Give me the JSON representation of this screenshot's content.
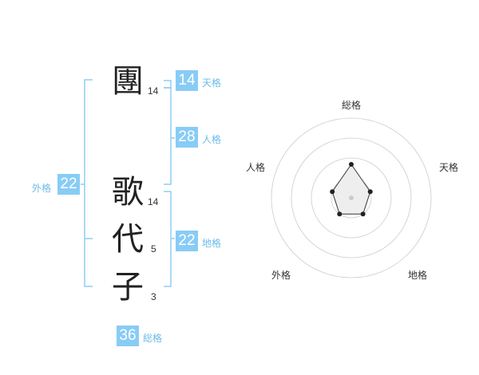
{
  "name": {
    "surname": [
      {
        "char": "團",
        "strokes": "14"
      }
    ],
    "given": [
      {
        "char": "歌",
        "strokes": "14"
      },
      {
        "char": "代",
        "strokes": "5"
      },
      {
        "char": "子",
        "strokes": "3"
      }
    ]
  },
  "kakusu": {
    "tenkaku": {
      "value": "14",
      "label": "天格"
    },
    "jinkaku": {
      "value": "28",
      "label": "人格"
    },
    "chikaku": {
      "value": "22",
      "label": "地格"
    },
    "gaikaku": {
      "value": "22",
      "label": "外格"
    },
    "soukaku": {
      "value": "36",
      "label": "総格"
    }
  },
  "radar": {
    "axes": [
      "総格",
      "天格",
      "地格",
      "外格",
      "人格"
    ],
    "rings": 4,
    "values": [
      0.42,
      0.25,
      0.25,
      0.25,
      0.25
    ],
    "colors": {
      "ring": "#cccccc",
      "fill": "#eeeeee",
      "stroke": "#333333",
      "point": "#222222",
      "center": "#cccccc"
    }
  },
  "colors": {
    "accent": "#88ccf6",
    "bracket": "#8ecdf3"
  }
}
